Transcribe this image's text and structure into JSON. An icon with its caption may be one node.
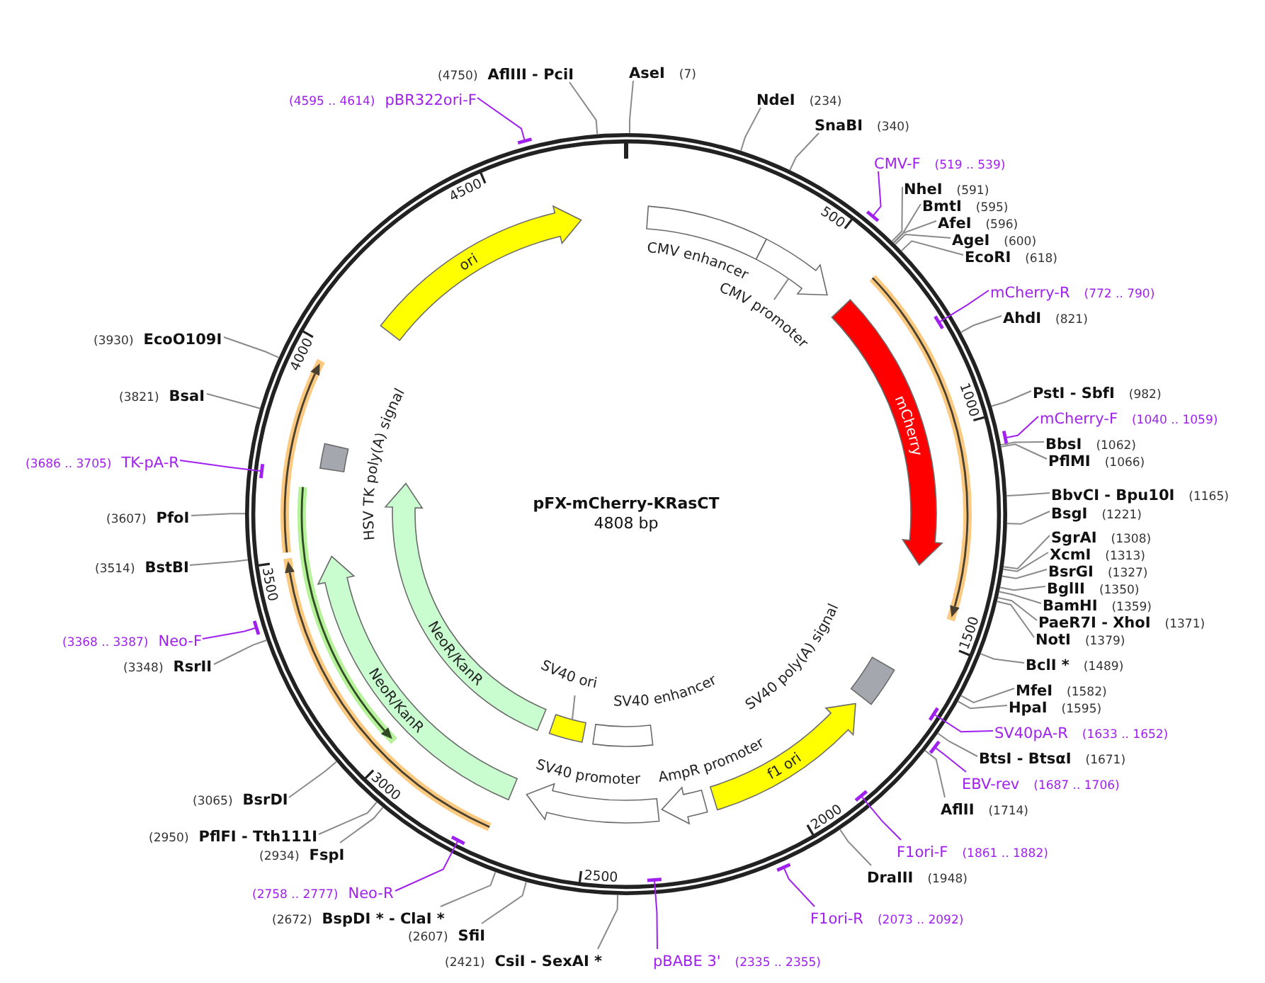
{
  "diagram": {
    "title": "pFX-mCherry-KRasCT",
    "nodes": [
      {
        "text": [],
        "shape": "circle"
      },
      {
        "text": [
          "CMV enhancer"
        ],
        "in": 0
      },
      {
        "text": [
          "CMV promoter"
        ],
        "in": 0
      },
      {
        "text": [
          "mCherry"
        ],
        "in": 0
      },
      {
        "text": [
          "SV40 poly(A) signal"
        ],
        "in": 0
      },
      {
        "text": [
          "f1 ori"
        ],
        "in": 0
      },
      {
        "text": [
          "AmpR promoter"
        ],
        "in": 0
      },
      {
        "text": [
          "SV40 enhancer"
        ],
        "in": 0
      },
      {
        "text": [
          "SV40 promoter"
        ],
        "in": 0
      },
      {
        "text": [
          "SV40 ori"
        ],
        "in": 0
      },
      {
        "text": [
          "NeoR/KanR"
        ],
        "in": 0
      },
      {
        "text": [
          "NeoR/KanR"
        ],
        "in": 0
      },
      {
        "text": [
          "HSV TK poly(A) signal"
        ],
        "in": 0
      },
      {
        "text": [
          "ori"
        ],
        "in": 0
      },
      {
        "text": [],
        "shape": "arrow",
        "in": 0
      },
      {
        "text": [],
        "shape": "arrow",
        "in": 0
      },
      {
        "text": [],
        "shape": "arrow",
        "in": 0
      },
      {
        "text": [],
        "shape": "arrow",
        "in": 0
      },
      {
        "text": [
          "AseI",
          "(7)"
        ]
      },
      {
        "text": [
          "NdeI",
          "(234)"
        ]
      },
      {
        "text": [
          "SnaBI",
          "(340)"
        ]
      },
      {
        "text": [
          "CMV-F",
          "(519 .. 539)"
        ]
      },
      {
        "text": [
          "NheI",
          "(591)"
        ]
      },
      {
        "text": [
          "BmtI",
          "(595)"
        ]
      },
      {
        "text": [
          "AfeI",
          "(596)"
        ]
      },
      {
        "text": [
          "AgeI",
          "(600)"
        ]
      },
      {
        "text": [
          "EcoRI",
          "(618)"
        ]
      },
      {
        "text": [
          "mCherry-R",
          "(772 .. 790)"
        ]
      },
      {
        "text": [
          "AhdI",
          "(821)"
        ]
      },
      {
        "text": [
          "PstI - SbfI",
          "(982)"
        ]
      },
      {
        "text": [
          "mCherry-F",
          "(1040 .. 1059)"
        ]
      },
      {
        "text": [
          "BbsI",
          "(1062)"
        ]
      },
      {
        "text": [
          "PflMI",
          "(1066)"
        ]
      },
      {
        "text": [
          "BbvCI - Bpu10I",
          "(1165)"
        ]
      },
      {
        "text": [
          "BsgI",
          "(1221)"
        ]
      },
      {
        "text": [
          "SgrAI",
          "(1308)"
        ]
      },
      {
        "text": [
          "XcmI",
          "(1313)"
        ]
      },
      {
        "text": [
          "BsrGI",
          "(1327)"
        ]
      },
      {
        "text": [
          "BglII",
          "(1350)"
        ]
      },
      {
        "text": [
          "BamHI",
          "(1359)"
        ]
      },
      {
        "text": [
          "PaeR7I - XhoI",
          "(1371)"
        ]
      },
      {
        "text": [
          "NotI",
          "(1379)"
        ]
      },
      {
        "text": [
          "BclI *",
          "(1489)"
        ]
      },
      {
        "text": [
          "MfeI",
          "(1582)"
        ]
      },
      {
        "text": [
          "HpaI",
          "(1595)"
        ]
      },
      {
        "text": [
          "SV40pA-R",
          "(1633 .. 1652)"
        ]
      },
      {
        "text": [
          "BtsI - BtsαI",
          "(1671)"
        ]
      },
      {
        "text": [
          "EBV-rev",
          "(1687 .. 1706)"
        ]
      },
      {
        "text": [
          "AflII",
          "(1714)"
        ]
      },
      {
        "text": [
          "F1ori-F",
          "(1861 .. 1882)"
        ]
      },
      {
        "text": [
          "DraIII",
          "(1948)"
        ]
      },
      {
        "text": [
          "F1ori-R",
          "(2073 .. 2092)"
        ]
      },
      {
        "text": [
          "pBABE 3'",
          "(2335 .. 2355)"
        ]
      },
      {
        "text": [
          "(2421)",
          "CsiI - SexAI *"
        ]
      },
      {
        "text": [
          "(2607)",
          "SfiI"
        ]
      },
      {
        "text": [
          "(2672)",
          "BspDI * - ClaI *"
        ]
      },
      {
        "text": [
          "(2758 .. 2777)",
          "Neo-R"
        ]
      },
      {
        "text": [
          "(2934)",
          "FspI"
        ]
      },
      {
        "text": [
          "(2950)",
          "PflFI - Tth111I"
        ]
      },
      {
        "text": [
          "(3065)",
          "BsrDI"
        ]
      },
      {
        "text": [
          "(3348)",
          "RsrII"
        ]
      },
      {
        "text": [
          "(3368 .. 3387)",
          "Neo-F"
        ]
      },
      {
        "text": [
          "(3514)",
          "BstBI"
        ]
      },
      {
        "text": [
          "(3607)",
          "PfoI"
        ]
      },
      {
        "text": [
          "(3686 .. 3705)",
          "TK-pA-R"
        ]
      },
      {
        "text": [
          "(3821)",
          "BsaI"
        ]
      },
      {
        "text": [
          "(3930)",
          "EcoO109I"
        ]
      },
      {
        "text": [
          "(4595 .. 4614)",
          "pBR322ori-F"
        ]
      },
      {
        "text": [
          "(4750)",
          "AflIII - PciI"
        ]
      },
      {
        "text": [],
        "shape": "arrow",
        "in": 0
      },
      {
        "text": [],
        "shape": "box",
        "in": 0
      }
    ],
    "edges": [
      {
        "from": 18,
        "to": 0,
        "arrow": "none"
      },
      {
        "from": 19,
        "to": 0,
        "arrow": "none"
      },
      {
        "from": 20,
        "to": 0,
        "arrow": "none"
      },
      {
        "from": 21,
        "to": 0,
        "arrow": "other",
        "color": "#a020f0"
      },
      {
        "from": 22,
        "to": 0,
        "arrow": "none"
      },
      {
        "from": 23,
        "to": 0,
        "arrow": "none"
      },
      {
        "from": 24,
        "to": 0,
        "arrow": "none"
      },
      {
        "from": 25,
        "to": 0,
        "arrow": "none"
      },
      {
        "from": 26,
        "to": 0,
        "arrow": "none"
      },
      {
        "from": 27,
        "to": 0,
        "arrow": "other",
        "color": "#a020f0"
      },
      {
        "from": 28,
        "to": 0,
        "arrow": "none"
      },
      {
        "from": 29,
        "to": 0,
        "arrow": "none"
      },
      {
        "from": 30,
        "to": 0,
        "arrow": "other",
        "color": "#a020f0"
      },
      {
        "from": 31,
        "to": 0,
        "arrow": "none"
      },
      {
        "from": 32,
        "to": 0,
        "arrow": "none"
      },
      {
        "from": 33,
        "to": 0,
        "arrow": "none"
      },
      {
        "from": 34,
        "to": 0,
        "arrow": "none"
      },
      {
        "from": 35,
        "to": 0,
        "arrow": "none"
      },
      {
        "from": 36,
        "to": 0,
        "arrow": "none"
      },
      {
        "from": 37,
        "to": 0,
        "arrow": "none"
      },
      {
        "from": 38,
        "to": 0,
        "arrow": "none"
      },
      {
        "from": 39,
        "to": 0,
        "arrow": "none"
      },
      {
        "from": 40,
        "to": 0,
        "arrow": "none"
      },
      {
        "from": 41,
        "to": 0,
        "arrow": "none"
      },
      {
        "from": 42,
        "to": 0,
        "arrow": "none"
      },
      {
        "from": 43,
        "to": 0,
        "arrow": "none"
      },
      {
        "from": 44,
        "to": 0,
        "arrow": "none"
      },
      {
        "from": 45,
        "to": 0,
        "arrow": "other",
        "color": "#a020f0"
      },
      {
        "from": 46,
        "to": 0,
        "arrow": "none"
      },
      {
        "from": 47,
        "to": 0,
        "arrow": "other",
        "color": "#a020f0"
      },
      {
        "from": 48,
        "to": 0,
        "arrow": "none"
      },
      {
        "from": 49,
        "to": 0,
        "arrow": "other",
        "color": "#a020f0"
      },
      {
        "from": 50,
        "to": 0,
        "arrow": "none"
      },
      {
        "from": 51,
        "to": 0,
        "arrow": "other",
        "color": "#a020f0"
      },
      {
        "from": 52,
        "to": 0,
        "arrow": "other",
        "color": "#a020f0"
      },
      {
        "from": 53,
        "to": 0,
        "arrow": "none"
      },
      {
        "from": 54,
        "to": 0,
        "arrow": "none"
      },
      {
        "from": 55,
        "to": 0,
        "arrow": "none"
      },
      {
        "from": 56,
        "to": 0,
        "arrow": "other",
        "color": "#a020f0"
      },
      {
        "from": 57,
        "to": 0,
        "arrow": "none"
      },
      {
        "from": 58,
        "to": 0,
        "arrow": "none"
      },
      {
        "from": 59,
        "to": 0,
        "arrow": "none"
      },
      {
        "from": 60,
        "to": 0,
        "arrow": "none"
      },
      {
        "from": 61,
        "to": 0,
        "arrow": "other",
        "color": "#a020f0"
      },
      {
        "from": 62,
        "to": 0,
        "arrow": "none"
      },
      {
        "from": 63,
        "to": 0,
        "arrow": "none"
      },
      {
        "from": 64,
        "to": 0,
        "arrow": "other",
        "color": "#a020f0"
      },
      {
        "from": 65,
        "to": 0,
        "arrow": "none"
      },
      {
        "from": 66,
        "to": 0,
        "arrow": "none"
      },
      {
        "from": 67,
        "to": 0,
        "arrow": "other",
        "color": "#a020f0"
      },
      {
        "from": 68,
        "to": 0,
        "arrow": "none"
      },
      {
        "from": 2,
        "to": 69,
        "arrow": "none"
      },
      {
        "from": 9,
        "to": 70,
        "arrow": "none"
      }
    ],
    "labels": [
      "4808 bp",
      "500",
      "1000",
      "1500",
      "2000",
      "2500",
      "3000",
      "3500",
      "4000",
      "4500"
    ]
  }
}
